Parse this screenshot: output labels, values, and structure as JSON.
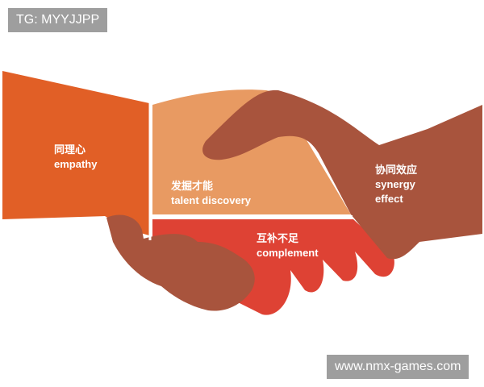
{
  "watermarks": {
    "top_left": "TG: MYYJJPP",
    "bottom_right": "www.nmx-games.com"
  },
  "labels": {
    "empathy": {
      "zh": "同理心",
      "en": "empathy"
    },
    "talent": {
      "zh": "发掘才能",
      "en": "talent discovery"
    },
    "synergy": {
      "zh": "协同效应",
      "en_1": "synergy",
      "en_2": "effect"
    },
    "complement": {
      "zh": "互补不足",
      "en": "complement"
    }
  },
  "colors": {
    "sleeve": "#e15f26",
    "palm": "#e89a62",
    "hand_dark": "#a8543d",
    "fingers": "#de4234"
  }
}
